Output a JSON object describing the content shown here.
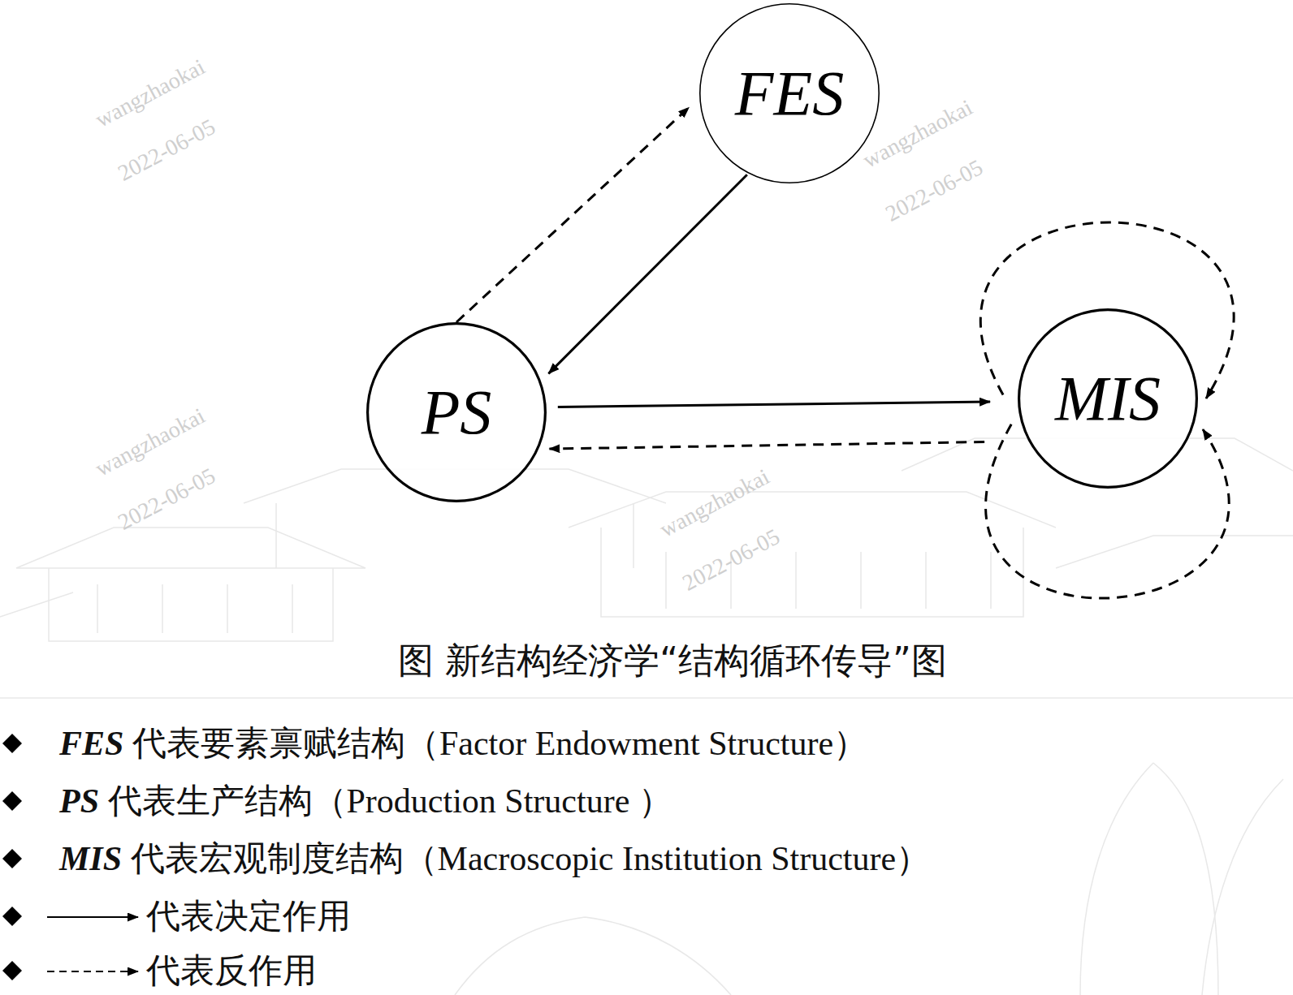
{
  "diagram": {
    "caption": "图 新结构经济学“结构循环传导”图",
    "nodes": [
      {
        "text": [
          "FES"
        ]
      },
      {
        "text": [
          "PS"
        ]
      },
      {
        "text": [
          "MIS"
        ]
      }
    ],
    "edges": [
      {
        "from": 0,
        "to": 1,
        "arrow": "to"
      },
      {
        "from": 1,
        "to": 0,
        "arrow": "to"
      },
      {
        "from": 1,
        "to": 2,
        "arrow": "to"
      },
      {
        "from": 2,
        "to": 1,
        "arrow": "to"
      },
      {
        "from": 2,
        "to": 2,
        "arrow": "to"
      },
      {
        "from": 2,
        "to": 2,
        "arrow": "to"
      }
    ],
    "labels": [
      "wangzhaokai",
      "2022-06-05",
      "wangzhaokai",
      "2022-06-05",
      "wangzhaokai",
      "2022-06-05",
      "wangzhaokai",
      "2022-06-05"
    ],
    "legend": [
      {
        "text": "FES 代表要素禀赋结构（Factor Endowment Structure）"
      },
      {
        "text": "PS 代表生产结构（Production Structure ）"
      },
      {
        "text": "MIS 代表宏观制度结构（Macroscopic Institution Structure）"
      },
      {
        "text": "代表决定作用"
      },
      {
        "text": "代表反作用"
      }
    ]
  }
}
